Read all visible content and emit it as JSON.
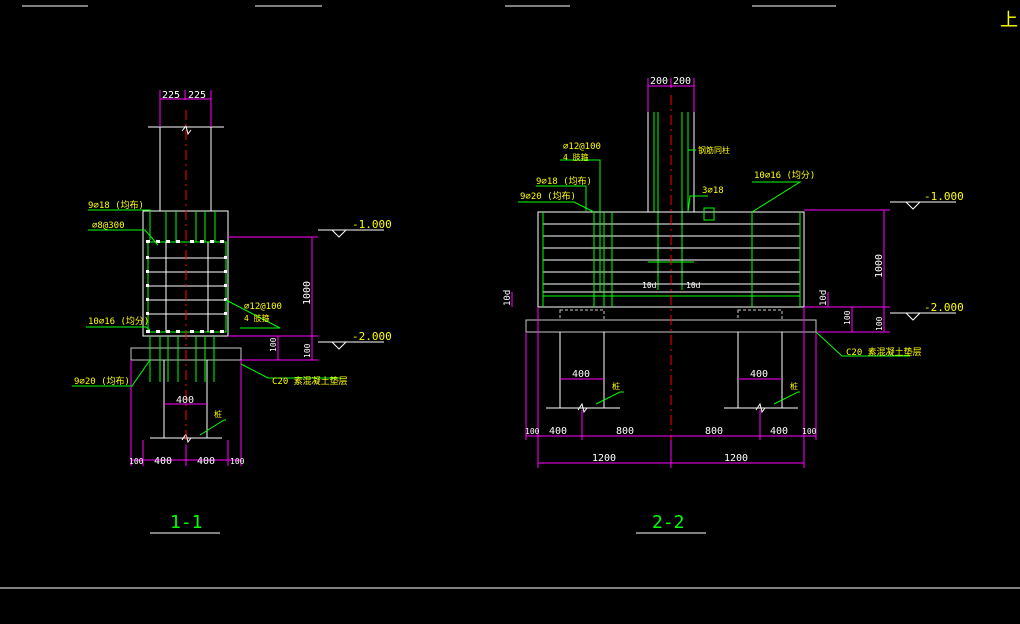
{
  "colors": {
    "background": "#000000",
    "outline": "#ffffff",
    "rebar": "#00ff00",
    "dimension": "#ff00ff",
    "text": "#ffff00",
    "centerline": "#ff0000",
    "concrete_outline": "#c8c8c8"
  },
  "section1": {
    "title": "1-1",
    "top_dims": [
      "225",
      "225"
    ],
    "bottom_dims": [
      "100",
      "400",
      "400",
      "100"
    ],
    "height_dim": "1000",
    "small_dims": [
      "100",
      "100"
    ],
    "pile_dim": "400",
    "level_top": "-1.000",
    "level_bottom": "-2.000",
    "labels": {
      "top_bar": "9⌀18 (均布)",
      "stirrup": "⌀8@300",
      "side_bar": "10⌀16 (均分)",
      "tie": "⌀12@100",
      "tie_sub": "4 肢箍",
      "bottom_bar": "9⌀20 (均布)",
      "cushion": "C20 素混凝土垫层",
      "pile": "桩"
    }
  },
  "section2": {
    "title": "2-2",
    "top_dims": [
      "200",
      "200"
    ],
    "bottom_dims": [
      "100",
      "400",
      "800",
      "800",
      "400",
      "100"
    ],
    "total_dims": [
      "1200",
      "1200"
    ],
    "height_dim": "1000",
    "side_dim": "10d",
    "inner_dims": [
      "10d",
      "10d"
    ],
    "small_dims": [
      "100",
      "100"
    ],
    "pile_dims": [
      "400",
      "400"
    ],
    "level_top": "-1.000",
    "level_bottom": "-2.000",
    "labels": {
      "tie": "⌀12@100",
      "tie_sub": "4 肢箍",
      "column_bar": "钢筋同柱",
      "top_bar": "9⌀18 (均布)",
      "bottom_bar": "9⌀20 (均布)",
      "small_bar": "3⌀18",
      "right_bar": "10⌀16 (均分)",
      "cushion": "C20 素混凝土垫层",
      "pile_left": "桩",
      "pile_right": "桩"
    }
  }
}
